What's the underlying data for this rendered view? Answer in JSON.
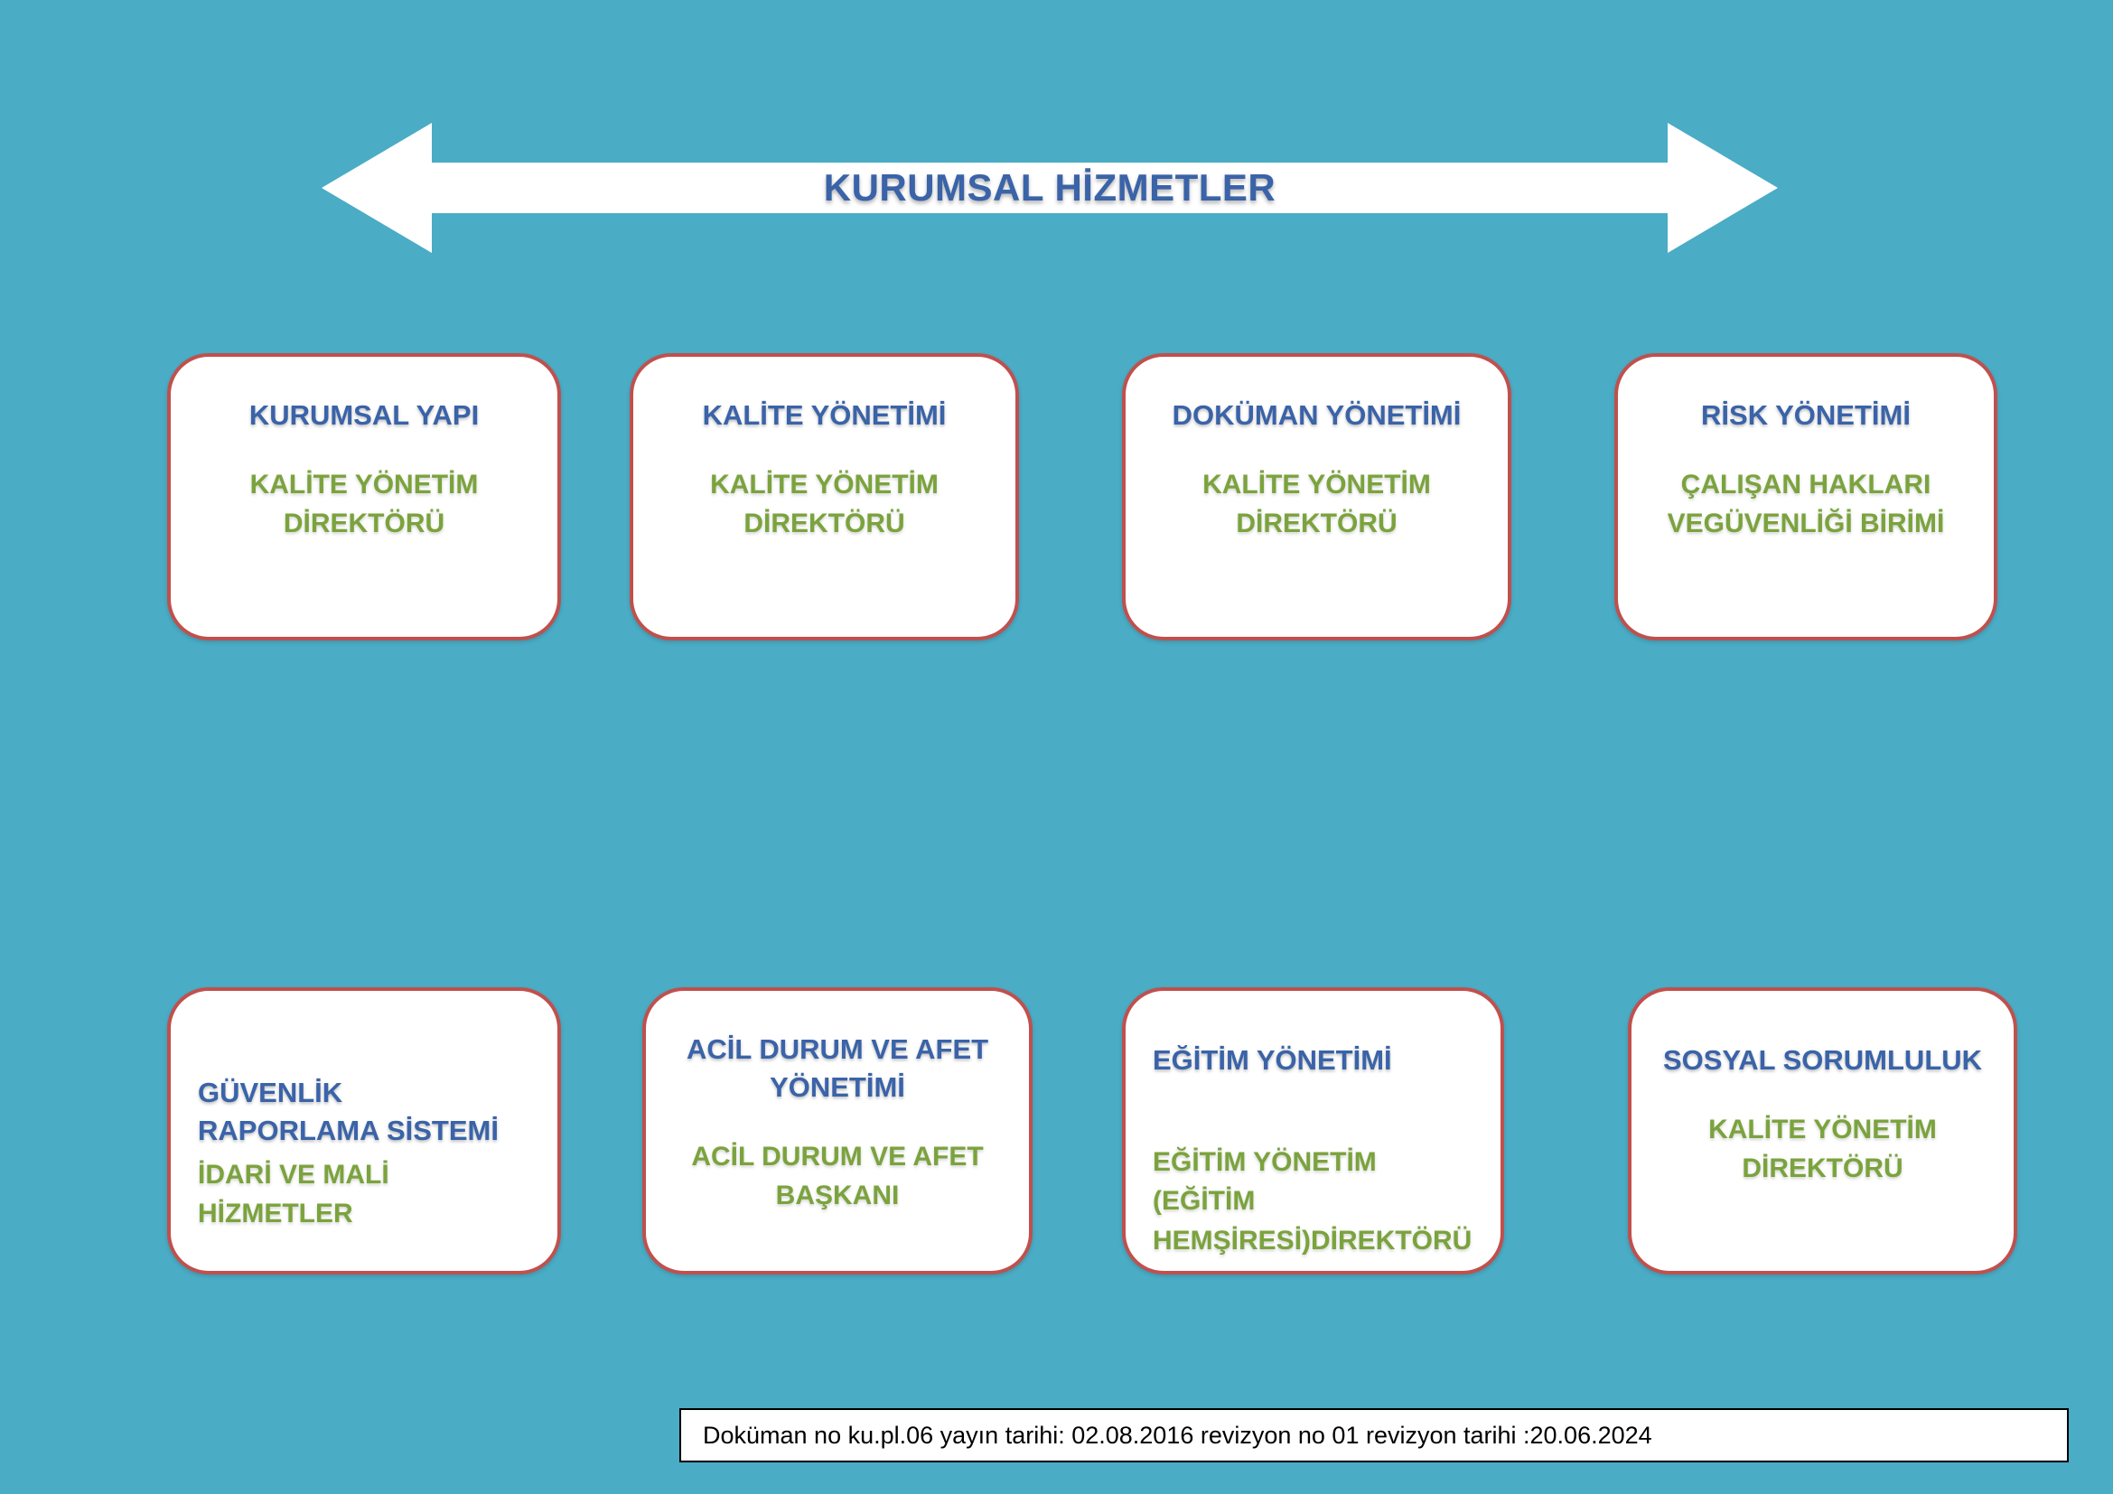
{
  "colors": {
    "background": "#4aacc5",
    "title_blue": "#3a63a8",
    "subtitle_green": "#7ba33d",
    "box_border_red": "#c0504d",
    "arrow_fill": "#ffffff"
  },
  "header": {
    "title": "KURUMSAL HİZMETLER"
  },
  "boxes": [
    {
      "title": "KURUMSAL YAPI",
      "subtitle": "KALİTE YÖNETİM DİREKTÖRÜ"
    },
    {
      "title": "KALİTE YÖNETİMİ",
      "subtitle": "KALİTE YÖNETİM DİREKTÖRÜ"
    },
    {
      "title": "DOKÜMAN YÖNETİMİ",
      "subtitle": "KALİTE YÖNETİM DİREKTÖRÜ"
    },
    {
      "title": "RİSK YÖNETİMİ",
      "subtitle": "ÇALIŞAN HAKLARI VEGÜVENLİĞİ BİRİMİ"
    },
    {
      "title": "GÜVENLİK RAPORLAMA SİSTEMİ",
      "subtitle": "İDARİ VE MALİ HİZMETLER"
    },
    {
      "title": "ACİL DURUM VE AFET YÖNETİMİ",
      "subtitle": "ACİL DURUM VE AFET BAŞKANI"
    },
    {
      "title": "EĞİTİM YÖNETİMİ",
      "subtitle": "EĞİTİM YÖNETİM (EĞİTİM HEMŞİRESİ)DİREKTÖRÜ"
    },
    {
      "title": "SOSYAL SORUMLULUK",
      "subtitle": "KALİTE YÖNETİM DİREKTÖRÜ"
    }
  ],
  "footer": {
    "text": "Doküman no  ku.pl.06 yayın tarihi: 02.08.2016 revizyon no 01 revizyon tarihi :20.06.2024"
  }
}
